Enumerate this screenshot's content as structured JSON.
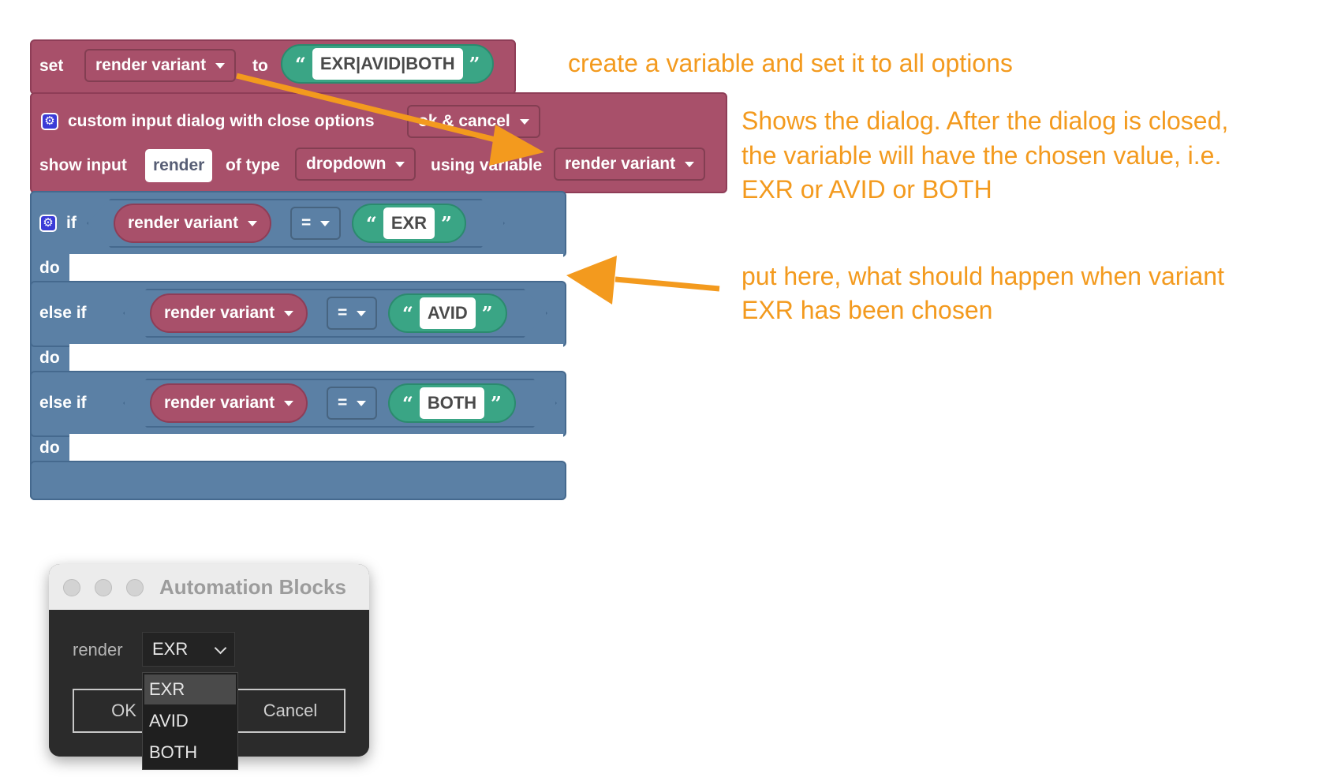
{
  "set_block": {
    "set_label": "set",
    "variable": "render variant",
    "to_label": "to",
    "value": "EXR|AVID|BOTH"
  },
  "dialog_block": {
    "title": "custom input dialog with close options",
    "close_options": "ok & cancel",
    "show_input_label": "show input",
    "input_name": "render",
    "of_type_label": "of type",
    "input_type": "dropdown",
    "using_variable_label": "using variable",
    "variable": "render variant"
  },
  "if_block": {
    "if_label": "if",
    "do_label": "do",
    "else_if_label": "else if",
    "operator": "=",
    "conditions": [
      {
        "variable": "render variant",
        "value": "EXR"
      },
      {
        "variable": "render variant",
        "value": "AVID"
      },
      {
        "variable": "render variant",
        "value": "BOTH"
      }
    ]
  },
  "notes": {
    "note1": "create a variable and set it to all options",
    "note2_line1": "Shows the dialog. After the dialog is closed,",
    "note2_line2": "the variable will have the chosen value, i.e.",
    "note2_line3": "EXR or AVID or BOTH",
    "note3_line1": "put here, what should happen when variant",
    "note3_line2": "EXR has been chosen",
    "color": "#f39a1e"
  },
  "dialog": {
    "title": "Automation Blocks",
    "field_label": "render",
    "selected_value": "EXR",
    "ok_label": "OK",
    "cancel_label": "Cancel",
    "options": [
      "EXR",
      "AVID",
      "BOTH"
    ]
  },
  "colors": {
    "procedure_block": "#a8506a",
    "logic_block": "#5b80a5",
    "text_block": "#3aa585",
    "gear_icon": "#3b3bd7"
  }
}
